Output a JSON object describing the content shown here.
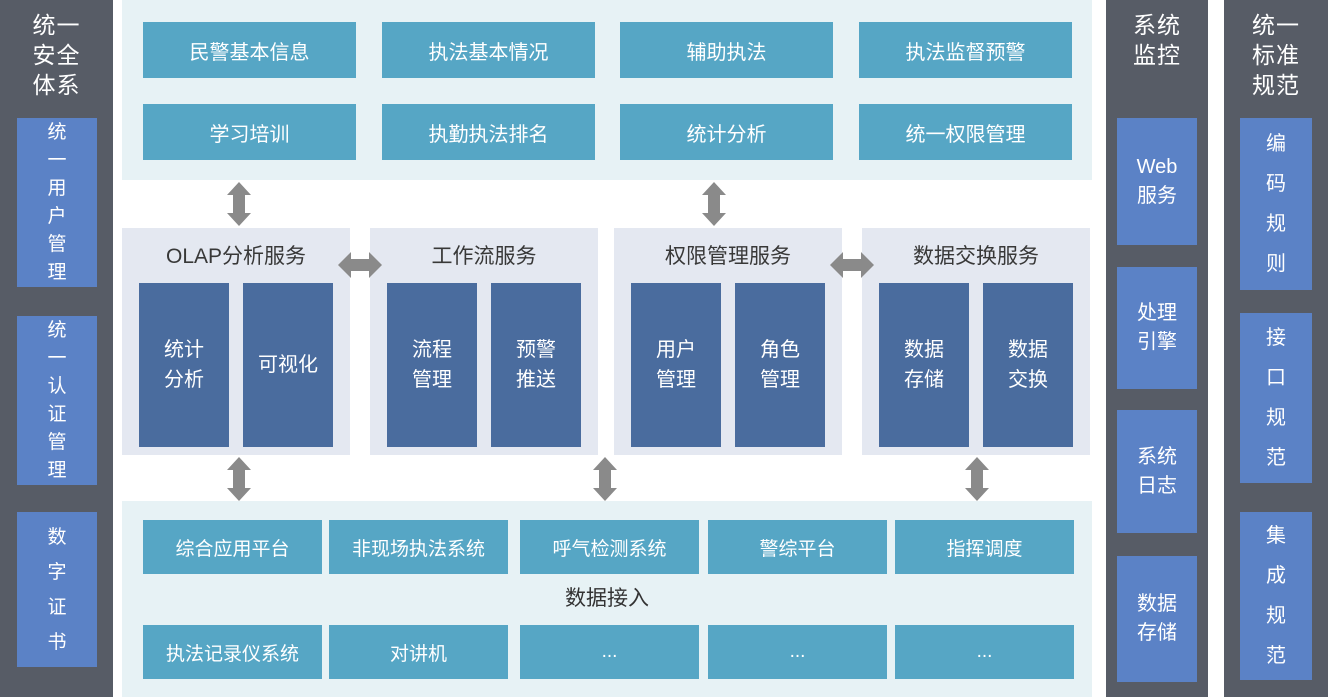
{
  "colors": {
    "sidebar_bg": "#575c66",
    "sidebar_box_blue": "#5b82c6",
    "teal_button": "#56a6c5",
    "light_teal_band": "#e7f2f5",
    "panel_bg": "#e4e8f1",
    "panel_box_blue": "#4a6c9e",
    "arrow_gray": "#8a8a8a",
    "dark_text": "#383838"
  },
  "left_sidebar": {
    "title": "统一\n安全\n体系",
    "items": [
      "统\n一\n用\n户\n管\n理",
      "统\n一\n认\n证\n管\n理",
      "数\n字\n证\n书"
    ]
  },
  "application_layer": {
    "buttons": [
      "民警基本信息",
      "执法基本情况",
      "辅助执法",
      "执法监督预警",
      "学习培训",
      "执勤执法排名",
      "统计分析",
      "统一权限管理"
    ]
  },
  "service_layer": {
    "panels": [
      {
        "title": "OLAP分析服务",
        "items": [
          "统计\n分析",
          "可视化"
        ]
      },
      {
        "title": "工作流服务",
        "items": [
          "流程\n管理",
          "预警\n推送"
        ]
      },
      {
        "title": "权限管理服务",
        "items": [
          "用户\n管理",
          "角色\n管理"
        ]
      },
      {
        "title": "数据交换服务",
        "items": [
          "数据\n存储",
          "数据\n交换"
        ]
      }
    ]
  },
  "access_layer": {
    "systems": [
      "综合应用平台",
      "非现场执法系统",
      "呼气检测系统",
      "警综平台",
      "指挥调度"
    ],
    "label": "数据接入",
    "devices": [
      "执法记录仪系统",
      "对讲机",
      "...",
      "...",
      "..."
    ]
  },
  "monitor_column": {
    "title": "系统\n监控",
    "items": [
      "Web\n服务",
      "处理\n引擎",
      "系统\n日志",
      "数据\n存储"
    ]
  },
  "standards_column": {
    "title": "统一\n标准\n规范",
    "items": [
      "编\n码\n规\n则",
      "接\n口\n规\n范",
      "集\n成\n规\n范"
    ]
  }
}
